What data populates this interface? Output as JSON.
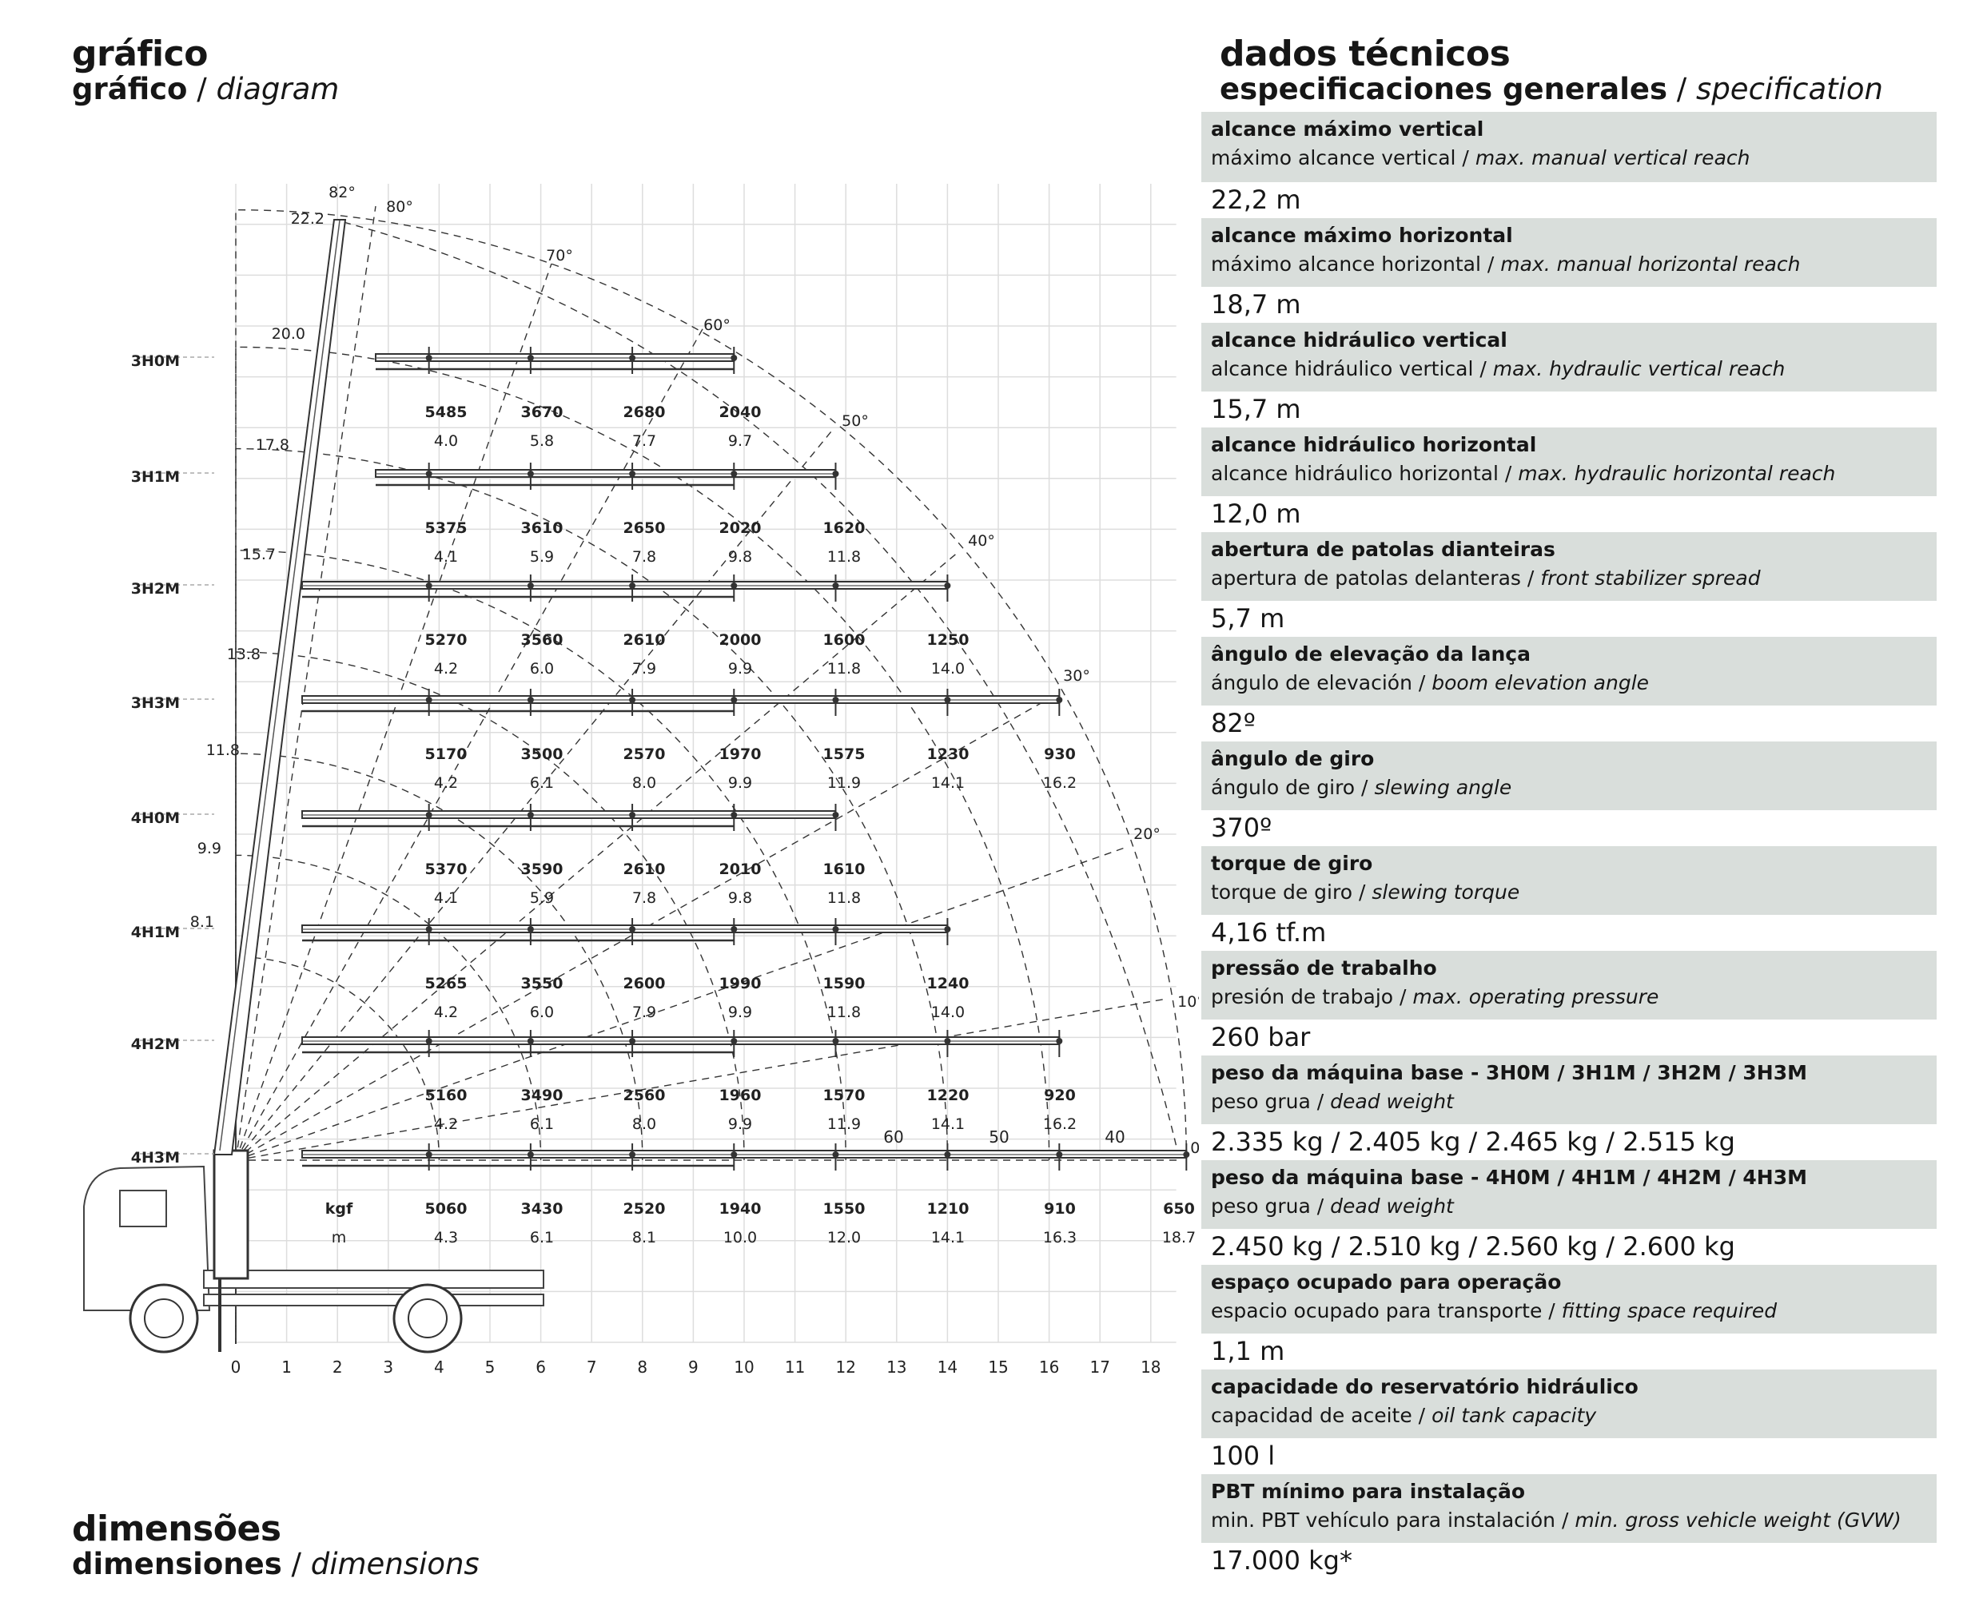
{
  "left_header": {
    "title": "gráfico",
    "sub_bold": "gráfico",
    "sub_sep": " / ",
    "sub_italic": "diagram"
  },
  "bottom_header": {
    "title": "dimensões",
    "sub_bold": "dimensiones",
    "sub_sep": " / ",
    "sub_italic": "dimensions"
  },
  "right_header": {
    "title": "dados técnicos",
    "sub_bold": "especificaciones generales",
    "sub_sep": " / ",
    "sub_italic": "specification"
  },
  "diagram": {
    "x_axis_ticks": [
      "0",
      "1",
      "2",
      "3",
      "4",
      "5",
      "6",
      "7",
      "8",
      "9",
      "10",
      "11",
      "12",
      "13",
      "14",
      "15",
      "16",
      "17",
      "18"
    ],
    "height_labels": [
      "22.2",
      "20.0",
      "17.8",
      "15.7",
      "13.8",
      "11.8",
      "9.9",
      "8.1"
    ],
    "angle_labels": [
      "82°",
      "80°",
      "70°",
      "60°",
      "50°",
      "40°",
      "30°",
      "20°",
      "10°",
      "0°"
    ],
    "radius_arc_labels": [
      "60",
      "50",
      "40"
    ],
    "unit_kgf": "kgf",
    "unit_m": "m",
    "configurations": [
      {
        "name": "3H0M",
        "loads": [
          "5485",
          "3670",
          "2680",
          "2040"
        ],
        "radii": [
          "4.0",
          "5.8",
          "7.7",
          "9.7"
        ]
      },
      {
        "name": "3H1M",
        "loads": [
          "5375",
          "3610",
          "2650",
          "2020",
          "1620"
        ],
        "radii": [
          "4.1",
          "5.9",
          "7.8",
          "9.8",
          "11.8"
        ]
      },
      {
        "name": "3H2M",
        "loads": [
          "5270",
          "3560",
          "2610",
          "2000",
          "1600",
          "1250"
        ],
        "radii": [
          "4.2",
          "6.0",
          "7.9",
          "9.9",
          "11.8",
          "14.0"
        ]
      },
      {
        "name": "3H3M",
        "loads": [
          "5170",
          "3500",
          "2570",
          "1970",
          "1575",
          "1230",
          "930"
        ],
        "radii": [
          "4.2",
          "6.1",
          "8.0",
          "9.9",
          "11.9",
          "14.1",
          "16.2"
        ]
      },
      {
        "name": "4H0M",
        "loads": [
          "5370",
          "3590",
          "2610",
          "2010",
          "1610"
        ],
        "radii": [
          "4.1",
          "5.9",
          "7.8",
          "9.8",
          "11.8"
        ]
      },
      {
        "name": "4H1M",
        "loads": [
          "5265",
          "3550",
          "2600",
          "1990",
          "1590",
          "1240"
        ],
        "radii": [
          "4.2",
          "6.0",
          "7.9",
          "9.9",
          "11.8",
          "14.0"
        ]
      },
      {
        "name": "4H2M",
        "loads": [
          "5160",
          "3490",
          "2560",
          "1960",
          "1570",
          "1220",
          "920"
        ],
        "radii": [
          "4.2",
          "6.1",
          "8.0",
          "9.9",
          "11.9",
          "14.1",
          "16.2"
        ]
      },
      {
        "name": "4H3M",
        "loads": [
          "5060",
          "3430",
          "2520",
          "1940",
          "1550",
          "1210",
          "910",
          "650"
        ],
        "radii": [
          "4.3",
          "6.1",
          "8.1",
          "10.0",
          "12.0",
          "14.1",
          "16.3",
          "18.7"
        ]
      }
    ]
  },
  "specs": [
    {
      "label": "alcance máximo vertical",
      "sub": "máximo alcance vertical",
      "sub_en": "max. manual vertical reach",
      "value": "22,2 m"
    },
    {
      "label": "alcance máximo horizontal",
      "sub": "máximo alcance horizontal",
      "sub_en": "max. manual horizontal reach",
      "value": "18,7 m"
    },
    {
      "label": "alcance hidráulico vertical",
      "sub": "alcance hidráulico vertical",
      "sub_en": "max. hydraulic vertical reach",
      "value": "15,7 m"
    },
    {
      "label": "alcance hidráulico horizontal",
      "sub": "alcance hidráulico horizontal",
      "sub_en": "max. hydraulic horizontal reach",
      "value": "12,0 m"
    },
    {
      "label": "abertura de patolas dianteiras",
      "sub": "apertura de patolas delanteras",
      "sub_en": "front stabilizer spread",
      "value": "5,7 m"
    },
    {
      "label": "ângulo de elevação da lança",
      "sub": "ángulo de elevación",
      "sub_en": "boom elevation angle",
      "value": "82º"
    },
    {
      "label": "ângulo de giro",
      "sub": "ángulo de giro",
      "sub_en": "slewing angle",
      "value": "370º"
    },
    {
      "label": "torque de giro",
      "sub": "torque de giro",
      "sub_en": "slewing torque",
      "value": "4,16 tf.m"
    },
    {
      "label": "pressão de trabalho",
      "sub": "presión de trabajo",
      "sub_en": "max. operating pressure",
      "value": "260 bar"
    },
    {
      "label": "peso da máquina base - 3H0M / 3H1M / 3H2M / 3H3M",
      "sub": "peso grua",
      "sub_en": "dead weight",
      "value": "2.335 kg / 2.405 kg / 2.465 kg / 2.515 kg"
    },
    {
      "label": "peso da máquina base - 4H0M / 4H1M / 4H2M / 4H3M",
      "sub": "peso grua",
      "sub_en": "dead weight",
      "value": "2.450 kg / 2.510 kg / 2.560 kg / 2.600 kg"
    },
    {
      "label": "espaço ocupado para operação",
      "sub": "espacio ocupado para transporte",
      "sub_en": "fitting space required",
      "value": "1,1 m"
    },
    {
      "label": "capacidade do reservatório hidráulico",
      "sub": "capacidad de aceite",
      "sub_en": "oil tank capacity",
      "value": "100 l"
    },
    {
      "label": "PBT mínimo para instalação",
      "sub": "min. PBT vehículo para instalación",
      "sub_en": "min. gross vehicle weight (GVW)",
      "value": "17.000 kg*"
    }
  ]
}
